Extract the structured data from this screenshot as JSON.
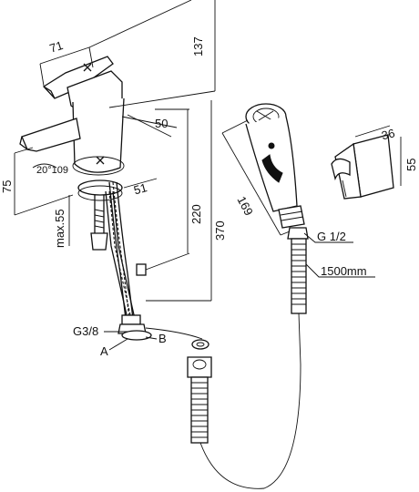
{
  "dimensions": {
    "handle_width": "71",
    "total_height": "137",
    "spout_reach": "50",
    "spout_height": "75",
    "swivel_angle": "20°109",
    "base_diameter": "51",
    "max_thickness": "max.55",
    "hose_length_220": "220",
    "hose_length_370": "370",
    "shower_length": "169",
    "holder_width": "36",
    "holder_height": "55",
    "shower_thread": "G 1/2",
    "shower_hose": "1500mm",
    "inlet_thread": "G3/8",
    "label_a": "A",
    "label_b": "B"
  }
}
